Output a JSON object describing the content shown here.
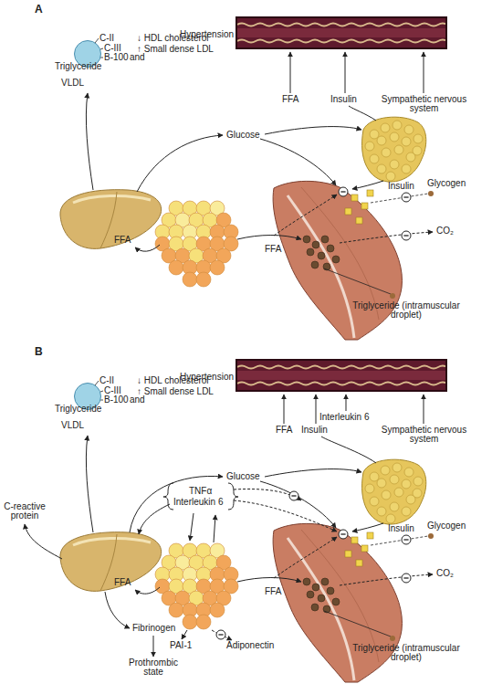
{
  "diagram": {
    "nodes": [
      {
        "text": [
          "Hypertension"
        ]
      },
      {
        "text": [
          "Triglyceride",
          "VLDL"
        ]
      },
      {
        "text": [
          "Hypertension"
        ]
      },
      {
        "text": [
          "Triglyceride",
          "VLDL"
        ]
      }
    ],
    "labels": [
      "A",
      "C-II",
      "C-III",
      "B-100",
      "and",
      "↓ HDL cholesterol",
      "↑ Small dense LDL",
      "FFA",
      "Insulin",
      "Sympathetic nervous system",
      "Glucose",
      "Insulin",
      "Glycogen",
      "FFA",
      "FFA",
      "CO₂",
      "Triglyceride (intramuscular droplet)",
      "B",
      "C-II",
      "C-III",
      "B-100",
      "and",
      "↓ HDL cholesterol",
      "↑ Small dense LDL",
      "Interleukin 6",
      "FFA",
      "Insulin",
      "Sympathetic nervous system",
      "Glucose",
      "TNFα",
      "Interleukin 6",
      "C-reactive protein",
      "Insulin",
      "Glycogen",
      "FFA",
      "FFA",
      "CO₂",
      "Fibrinogen",
      "PAI-1",
      "Adiponectin",
      "Prothrombic state",
      "Triglyceride (intramuscular droplet)"
    ]
  }
}
